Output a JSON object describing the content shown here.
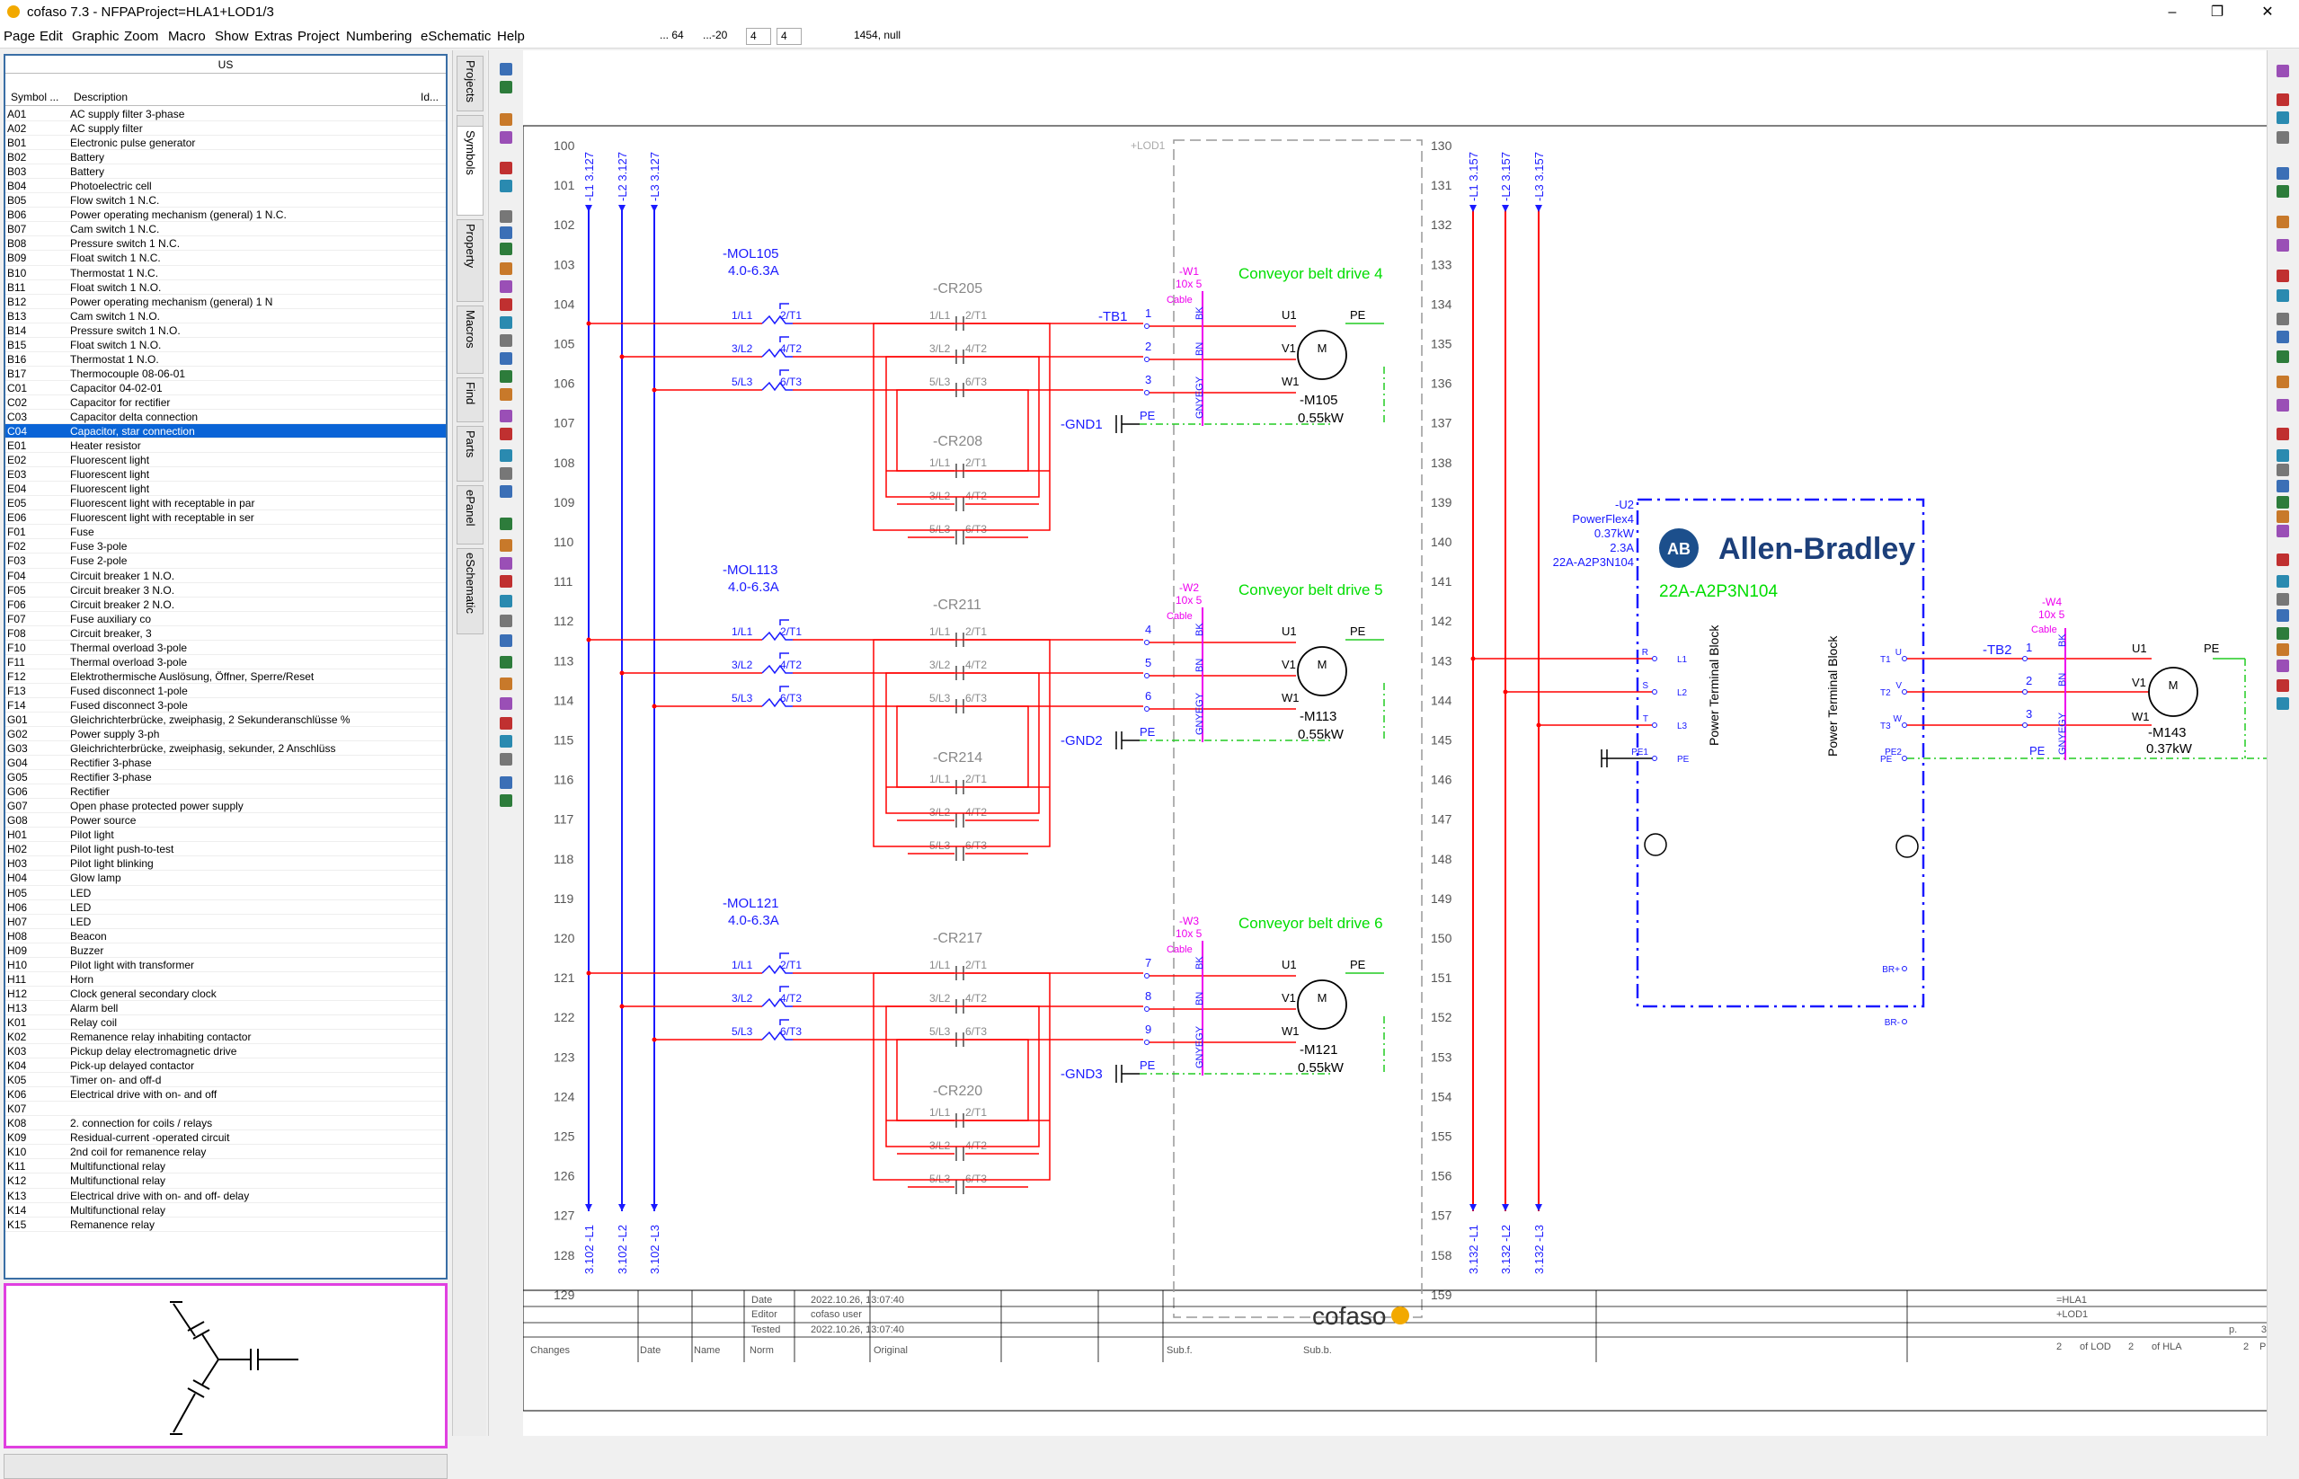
{
  "window": {
    "title": "cofaso 7.3 - NFPAProject=HLA1+LOD1/3",
    "minimize": "–",
    "maximize": "❐",
    "close": "✕"
  },
  "menu": [
    "Page",
    "Edit",
    "Graphic",
    "Zoom",
    "Macro",
    "Show",
    "Extras",
    "Project",
    "Numbering",
    "eSchematic",
    "Help"
  ],
  "toolbar": {
    "coord_x": "... 64",
    "coord_y": "...-20",
    "grid1": "4",
    "grid2": "4",
    "readout": "1454, null"
  },
  "symbols_panel": {
    "language": "US",
    "columns": [
      "Symbol ...",
      "Description",
      "Id..."
    ],
    "rows": [
      [
        "A01",
        "AC supply filter 3-phase"
      ],
      [
        "A02",
        "AC supply filter"
      ],
      [
        "B01",
        "Electronic pulse generator"
      ],
      [
        "B02",
        "Battery"
      ],
      [
        "B03",
        "Battery"
      ],
      [
        "B04",
        "Photoelectric cell"
      ],
      [
        "B05",
        "Flow switch 1 N.C."
      ],
      [
        "B06",
        "Power operating mechanism (general) 1 N.C."
      ],
      [
        "B07",
        "Cam switch 1 N.C."
      ],
      [
        "B08",
        "Pressure switch 1 N.C."
      ],
      [
        "B09",
        "Float switch 1 N.C."
      ],
      [
        "B10",
        "Thermostat 1 N.C."
      ],
      [
        "B11",
        "Float switch 1 N.O."
      ],
      [
        "B12",
        "Power operating mechanism (general) 1 N"
      ],
      [
        "B13",
        "Cam switch 1 N.O."
      ],
      [
        "B14",
        "Pressure switch 1 N.O."
      ],
      [
        "B15",
        "Float switch 1 N.O."
      ],
      [
        "B16",
        "Thermostat 1 N.O."
      ],
      [
        "B17",
        "Thermocouple 08-06-01"
      ],
      [
        "C01",
        "Capacitor 04-02-01"
      ],
      [
        "C02",
        "Capacitor for rectifier"
      ],
      [
        "C03",
        "Capacitor delta connection"
      ],
      [
        "C04",
        "Capacitor, star connection"
      ],
      [
        "E01",
        "Heater resistor"
      ],
      [
        "E02",
        "Fluorescent light"
      ],
      [
        "E03",
        "Fluorescent light"
      ],
      [
        "E04",
        "Fluorescent light"
      ],
      [
        "E05",
        "Fluorescent light with receptable in par"
      ],
      [
        "E06",
        "Fluorescent light with receptable in ser"
      ],
      [
        "F01",
        "Fuse"
      ],
      [
        "F02",
        "Fuse 3-pole"
      ],
      [
        "F03",
        "Fuse 2-pole"
      ],
      [
        "F04",
        "Circuit breaker 1 N.O."
      ],
      [
        "F05",
        "Circuit breaker 3 N.O."
      ],
      [
        "F06",
        "Circuit breaker 2 N.O."
      ],
      [
        "F07",
        "Fuse auxiliary co"
      ],
      [
        "F08",
        "Circuit breaker, 3"
      ],
      [
        "F10",
        "Thermal overload 3-pole"
      ],
      [
        "F11",
        "Thermal overload 3-pole"
      ],
      [
        "F12",
        "Elektrothermische Auslösung, Öffner, Sperre/Reset"
      ],
      [
        "F13",
        "Fused disconnect 1-pole"
      ],
      [
        "F14",
        "Fused disconnect 3-pole"
      ],
      [
        "G01",
        "Gleichrichterbrücke, zweiphasig, 2 Sekunderanschlüsse %"
      ],
      [
        "G02",
        "Power supply 3-ph"
      ],
      [
        "G03",
        "Gleichrichterbrücke, zweiphasig, sekunder, 2 Anschlüss"
      ],
      [
        "G04",
        "Rectifier 3-phase"
      ],
      [
        "G05",
        "Rectifier 3-phase"
      ],
      [
        "G06",
        "Rectifier"
      ],
      [
        "G07",
        "Open phase protected power supply"
      ],
      [
        "G08",
        "Power source"
      ],
      [
        "H01",
        "Pilot light"
      ],
      [
        "H02",
        "Pilot light push-to-test"
      ],
      [
        "H03",
        "Pilot light blinking"
      ],
      [
        "H04",
        "Glow lamp"
      ],
      [
        "H05",
        "LED"
      ],
      [
        "H06",
        "LED"
      ],
      [
        "H07",
        "LED"
      ],
      [
        "H08",
        "Beacon"
      ],
      [
        "H09",
        "Buzzer"
      ],
      [
        "H10",
        "Pilot light with transformer"
      ],
      [
        "H11",
        "Horn"
      ],
      [
        "H12",
        "Clock general secondary clock"
      ],
      [
        "H13",
        "Alarm bell"
      ],
      [
        "K01",
        "Relay coil"
      ],
      [
        "K02",
        "Remanence relay inhabiting contactor"
      ],
      [
        "K03",
        "Pickup delay electromagnetic drive"
      ],
      [
        "K04",
        "Pick-up delayed contactor"
      ],
      [
        "K05",
        "Timer on- and off-d"
      ],
      [
        "K06",
        "Electrical drive with on- and off"
      ],
      [
        "K07",
        ""
      ],
      [
        "K08",
        "2. connection for coils / relays"
      ],
      [
        "K09",
        "Residual-current -operated circuit"
      ],
      [
        "K10",
        "2nd coil for remanence relay"
      ],
      [
        "K11",
        "Multifunctional relay"
      ],
      [
        "K12",
        "Multifunctional relay"
      ],
      [
        "K13",
        "Electrical drive with on- and off- delay"
      ],
      [
        "K14",
        "Multifunctional relay"
      ],
      [
        "K15",
        "Remanence relay"
      ]
    ],
    "selected_index": 22
  },
  "vertical_tabs": [
    "Projects",
    "Symbols",
    "Property",
    "Macros",
    "Find",
    "Parts",
    "ePanel",
    "eSchematic"
  ],
  "schematic": {
    "row_numbers_left": [
      "100",
      "101",
      "102",
      "103",
      "104",
      "105",
      "106",
      "107",
      "108",
      "109",
      "110",
      "111",
      "112",
      "113",
      "114",
      "115",
      "116",
      "117",
      "118",
      "119",
      "120",
      "121",
      "122",
      "123",
      "124",
      "125",
      "126",
      "127",
      "128",
      "129"
    ],
    "row_numbers_right": [
      "130",
      "131",
      "132",
      "133",
      "134",
      "135",
      "136",
      "137",
      "138",
      "139",
      "140",
      "141",
      "142",
      "143",
      "144",
      "145",
      "146",
      "147",
      "148",
      "149",
      "150",
      "151",
      "152",
      "153",
      "154",
      "155",
      "156",
      "157",
      "158",
      "159"
    ],
    "bus_top_left": [
      "-L1 3.127",
      "-L2 3.127",
      "-L3 3.127"
    ],
    "bus_bottom_left": [
      "3.102 -L1",
      "3.102 -L2",
      "3.102 -L3"
    ],
    "bus_top_right": [
      "-L1 3.157",
      "-L2 3.157",
      "-L3 3.157"
    ],
    "bus_bottom_right": [
      "3.132 -L1",
      "3.132 -L2",
      "3.132 -L3"
    ],
    "location_tag": "+LOD1",
    "drives": [
      {
        "mol": "-MOL105",
        "range": "4.0-6.3A",
        "cr_top": "-CR205",
        "cr_bottom": "-CR208",
        "cable": "-W1",
        "cable_spec": "10x 5",
        "cable_word": "Cable",
        "title": "Conveyor belt drive 4",
        "terminals": [
          "1",
          "2",
          "3"
        ],
        "tb": "-TB1",
        "gnd": "-GND1",
        "motor": "-M105",
        "power": "0.55kW"
      },
      {
        "mol": "-MOL113",
        "range": "4.0-6.3A",
        "cr_top": "-CR211",
        "cr_bottom": "-CR214",
        "cable": "-W2",
        "cable_spec": "10x 5",
        "cable_word": "Cable",
        "title": "Conveyor belt drive 5",
        "terminals": [
          "4",
          "5",
          "6"
        ],
        "tb": "",
        "gnd": "-GND2",
        "motor": "-M113",
        "power": "0.55kW"
      },
      {
        "mol": "-MOL121",
        "range": "4.0-6.3A",
        "cr_top": "-CR217",
        "cr_bottom": "-CR220",
        "cable": "-W3",
        "cable_spec": "10x 5",
        "cable_word": "Cable",
        "title": "Conveyor belt drive 6",
        "terminals": [
          "7",
          "8",
          "9"
        ],
        "tb": "",
        "gnd": "-GND3",
        "motor": "-M121",
        "power": "0.55kW"
      }
    ],
    "pin_labels": {
      "l1": "1/L1",
      "t1": "2/T1",
      "l2": "3/L2",
      "t2": "4/T2",
      "l3": "5/L3",
      "t3": "6/T3",
      "u1": "U1",
      "v1": "V1",
      "w1": "W1",
      "pe": "PE",
      "m": "M",
      "bk": "BK",
      "bn": "BN",
      "gnyegy": "GNYEGY"
    },
    "vfd": {
      "tag": "-U2",
      "model_name": "PowerFlex4",
      "power": "0.37kW",
      "current": "2.3A",
      "part": "22A-A2P3N104",
      "brand_badge": "AB",
      "brand": "Allen-Bradley",
      "part_label": "22A-A2P3N104",
      "block_label": "Power Terminal Block",
      "in_pins": [
        "R",
        "S",
        "T",
        "PE1"
      ],
      "in_labels": [
        "L1",
        "L2",
        "L3",
        "PE"
      ],
      "out_pins": [
        "U",
        "V",
        "W",
        "PE2"
      ],
      "out_labels": [
        "T1",
        "T2",
        "T3",
        "PE"
      ],
      "br_pins": [
        "BR+",
        "BR-"
      ]
    },
    "output_drive": {
      "cable": "-W4",
      "cable_spec": "10x 5",
      "cable_word": "Cable",
      "tb": "-TB2",
      "terminals": [
        "1",
        "2",
        "3"
      ],
      "motor": "-M143",
      "power": "0.37kW"
    },
    "title_block": {
      "date_label": "Date",
      "date": "2022.10.26, 13:07:40",
      "editor_label": "Editor",
      "editor": "cofaso user",
      "tested_label": "Tested",
      "tested": "2022.10.26, 13:07:40",
      "changes": "Changes",
      "date_col": "Date",
      "name": "Name",
      "norm": "Norm",
      "original": "Original",
      "subf": "Sub.f.",
      "subb": "Sub.b.",
      "logo": "cofaso",
      "plant": "=HLA1",
      "location": "+LOD1",
      "page_label": "p.",
      "page": "3",
      "of_lod_num": "2",
      "of_lod": "of LOD",
      "of_hla_num": "2",
      "of_hla": "of HLA",
      "page_total": "2",
      "p_short": "P"
    }
  },
  "colors": {
    "accent": "#0a64d6",
    "power_wire": "#ff0000",
    "bus": "#1a1aff",
    "label_green": "#00dd00",
    "magenta": "#ee00ee",
    "pe_green": "#22cc22"
  }
}
